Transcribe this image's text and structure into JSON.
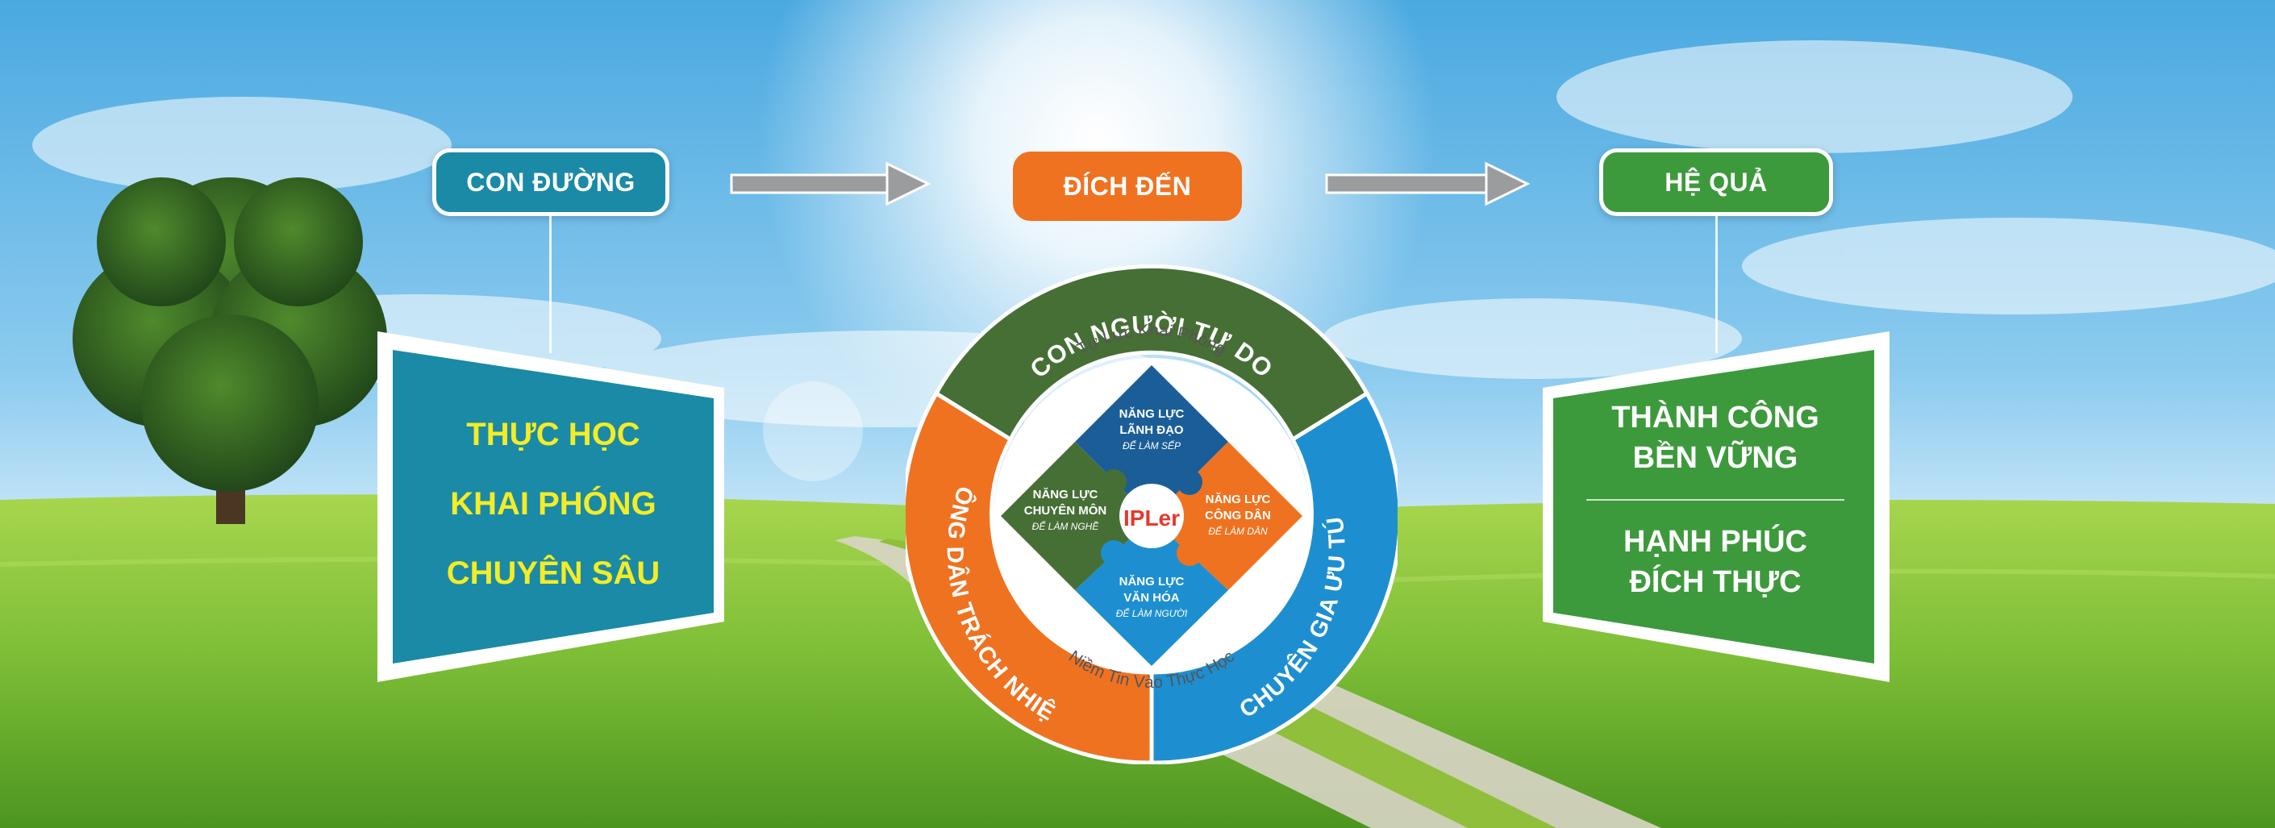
{
  "stages": {
    "path": {
      "label": "CON ĐƯỜNG",
      "color": "#1a8aa6"
    },
    "destination": {
      "label": "ĐÍCH ĐẾN",
      "color": "#ef7221"
    },
    "result": {
      "label": "HỆ QUẢ",
      "color": "#3d9a3c"
    }
  },
  "left_panel": {
    "lines": [
      "THỰC HỌC",
      "KHAI PHÓNG",
      "CHUYÊN SÂU"
    ],
    "color": "#1a8aa6",
    "text_color": "#f4ec26"
  },
  "right_panel": {
    "top_lines": [
      "THÀNH CÔNG",
      "BỀN VỮNG"
    ],
    "bottom_lines": [
      "HẠNH PHÚC",
      "ĐÍCH THỰC"
    ],
    "color": "#3d9a3c"
  },
  "wheel": {
    "outer_segments": [
      {
        "label": "CON NGƯỜI TỰ DO",
        "color": "#466f35"
      },
      {
        "label": "CHUYÊN GIA ƯU TÚ",
        "color": "#1d8fd0"
      },
      {
        "label": "CÔNG DÂN TRÁCH NHIỆM",
        "color": "#ef7221"
      }
    ],
    "inner_top_text": "Tự Lực Khai Phóng",
    "inner_bottom_text": "Niềm Tin Vào Thực Học",
    "center_label": "IPLer",
    "center_color": "#e43a2d",
    "quadrants": [
      {
        "title_1": "NĂNG LỰC",
        "title_2": "LÃNH ĐẠO",
        "subtitle": "ĐỂ LÀM SẾP",
        "color": "#1b5e97"
      },
      {
        "title_1": "NĂNG LỰC",
        "title_2": "CÔNG DÂN",
        "subtitle": "ĐỂ LÀM DÂN",
        "color": "#ef7221"
      },
      {
        "title_1": "NĂNG LỰC",
        "title_2": "VĂN HÓA",
        "subtitle": "ĐỂ LÀM NGƯỜI",
        "color": "#1d8fd0"
      },
      {
        "title_1": "NĂNG LỰC",
        "title_2": "CHUYÊN MÔN",
        "subtitle": "ĐỂ LÀM NGHỀ",
        "color": "#466f35"
      }
    ]
  },
  "colors": {
    "sky_top": "#5fb6e6",
    "sky_bottom": "#dff1fb",
    "grass_light": "#9ed04a",
    "grass_dark": "#4f9a22",
    "arrow_gray": "#9a9c9e"
  }
}
